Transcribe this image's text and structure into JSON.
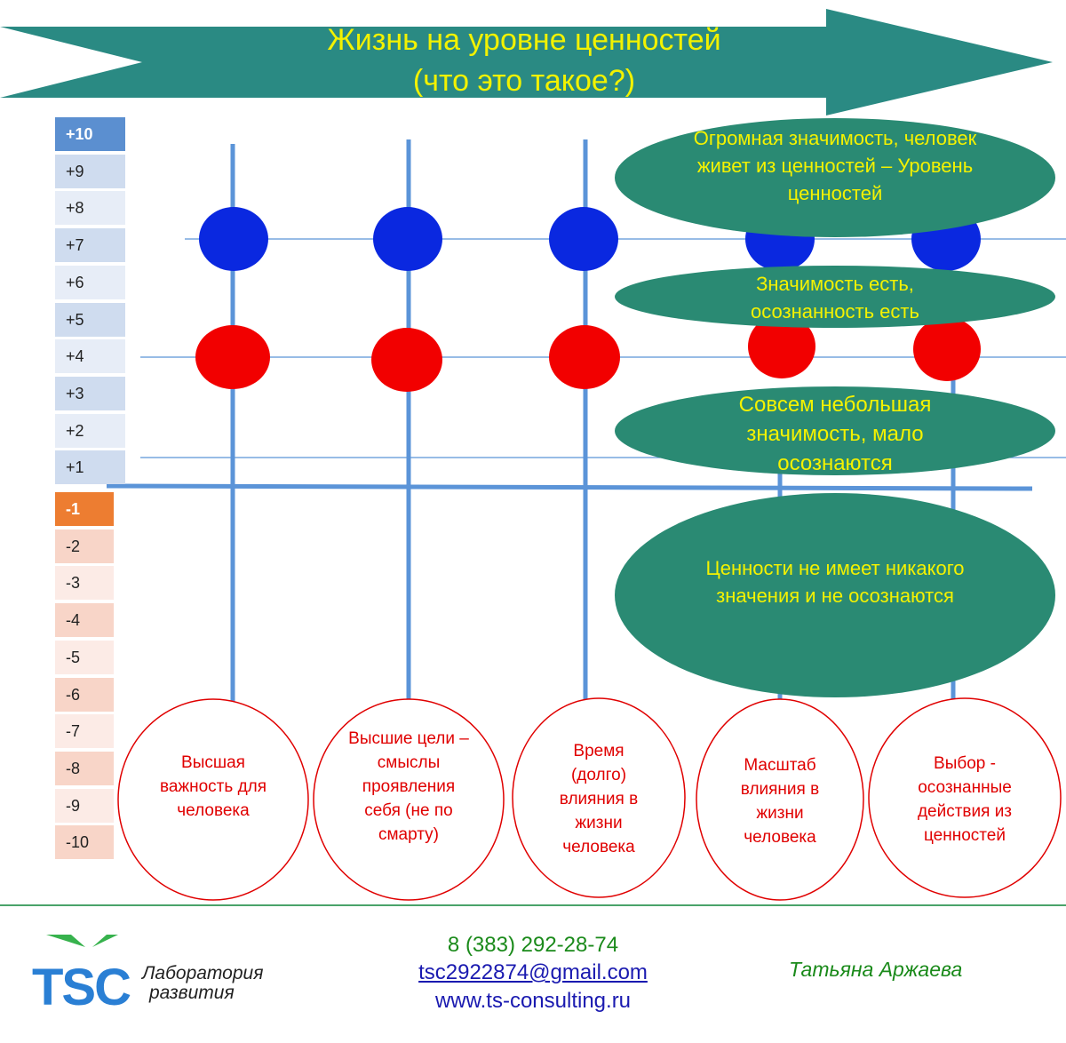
{
  "title_line1": "Жизнь на уровне ценностей",
  "title_line2": "(что это такое?)",
  "scale_positive": [
    "+10",
    "+9",
    "+8",
    "+7",
    "+6",
    "+5",
    "+4",
    "+3",
    "+2",
    "+1"
  ],
  "scale_negative": [
    "-1",
    "-2",
    "-3",
    "-4",
    "-5",
    "-6",
    "-7",
    "-8",
    "-9",
    "-10"
  ],
  "levels": [
    "Огромная значимость, человек живет из ценностей – Уровень ценностей",
    "Значимость есть, осознанность есть",
    "Совсем небольшая значимость, мало осознаются",
    "Ценности не имеет никакого значения и не осознаются"
  ],
  "criteria": [
    "Высшая важность для человека",
    "Высшие цели – смыслы проявления себя (не по смарту)",
    "Время (долго) влияния в жизни человека",
    "Масштаб влияния в жизни человека",
    "Выбор - осознанные действия из ценностей"
  ],
  "markers": {
    "blue_level": "+7",
    "red_level": "+4"
  },
  "contact": {
    "phone": "8 (383) 292-28-74",
    "email": "tsc2922874@gmail.com",
    "site": "www.ts-consulting.ru"
  },
  "author": "Татьяна Аржаева",
  "logo": {
    "brand": "TSC",
    "tagline_1": "Лаборатория",
    "tagline_2": "развития"
  },
  "colors": {
    "arrow": "#2a8a83",
    "blue_marker": "#0a28e0",
    "red_marker": "#f20000",
    "axis": "#4f8fd6",
    "ellipse": "#2a8a73"
  }
}
